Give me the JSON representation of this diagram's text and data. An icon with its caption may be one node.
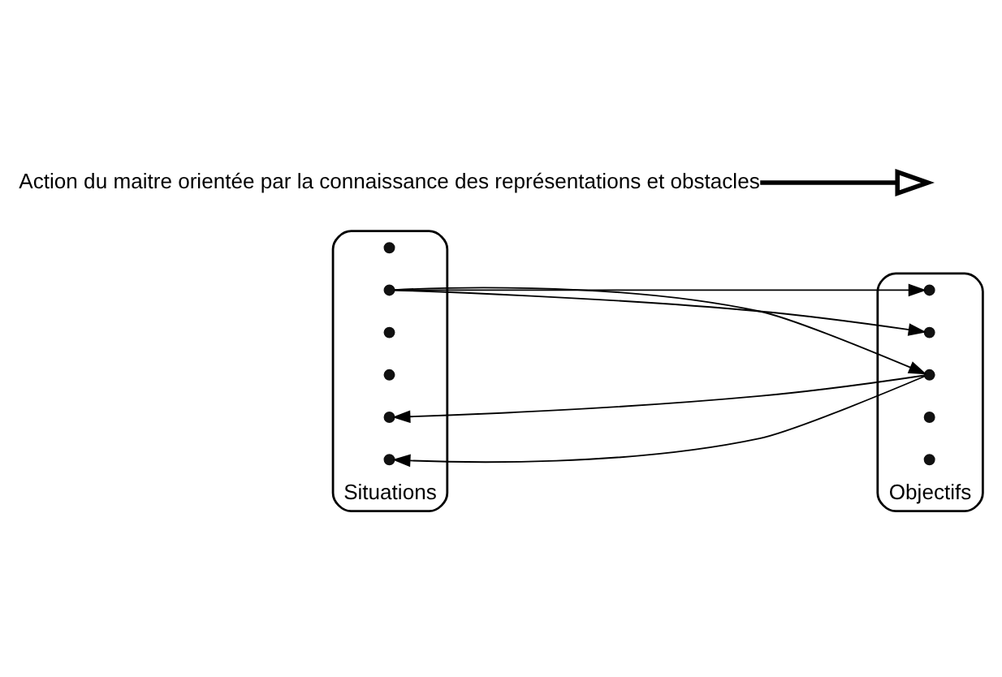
{
  "diagram": {
    "nodes": [
      {
        "text": [
          "Situations"
        ]
      },
      {
        "text": [],
        "shape": "cross",
        "in": 0
      },
      {
        "text": [],
        "shape": "cross",
        "in": 0
      },
      {
        "text": [],
        "shape": "cross",
        "in": 0
      },
      {
        "text": [],
        "shape": "cross",
        "in": 0
      },
      {
        "text": [],
        "shape": "cross",
        "in": 0
      },
      {
        "text": [],
        "shape": "cross",
        "in": 0
      },
      {
        "text": [
          "Objectifs"
        ]
      },
      {
        "text": [],
        "shape": "cross",
        "in": 7
      },
      {
        "text": [],
        "shape": "cross",
        "in": 7
      },
      {
        "text": [],
        "shape": "cross",
        "in": 7
      },
      {
        "text": [],
        "shape": "cross",
        "in": 7
      },
      {
        "text": [],
        "shape": "cross",
        "in": 7
      },
      {
        "text": [
          "Action du maitre orientée par la connaissance des représentations et obstacles"
        ]
      }
    ],
    "edges": [
      {
        "from": 2,
        "to": 8,
        "arrow": "to"
      },
      {
        "from": 2,
        "to": 9,
        "arrow": "to"
      },
      {
        "from": 2,
        "to": 10,
        "arrow": "to"
      },
      {
        "from": 10,
        "to": 5,
        "arrow": "to"
      },
      {
        "from": 10,
        "to": 6,
        "arrow": "to"
      },
      {
        "from": 13,
        "to": null,
        "arrow": "to",
        "style": "thick"
      }
    ]
  }
}
